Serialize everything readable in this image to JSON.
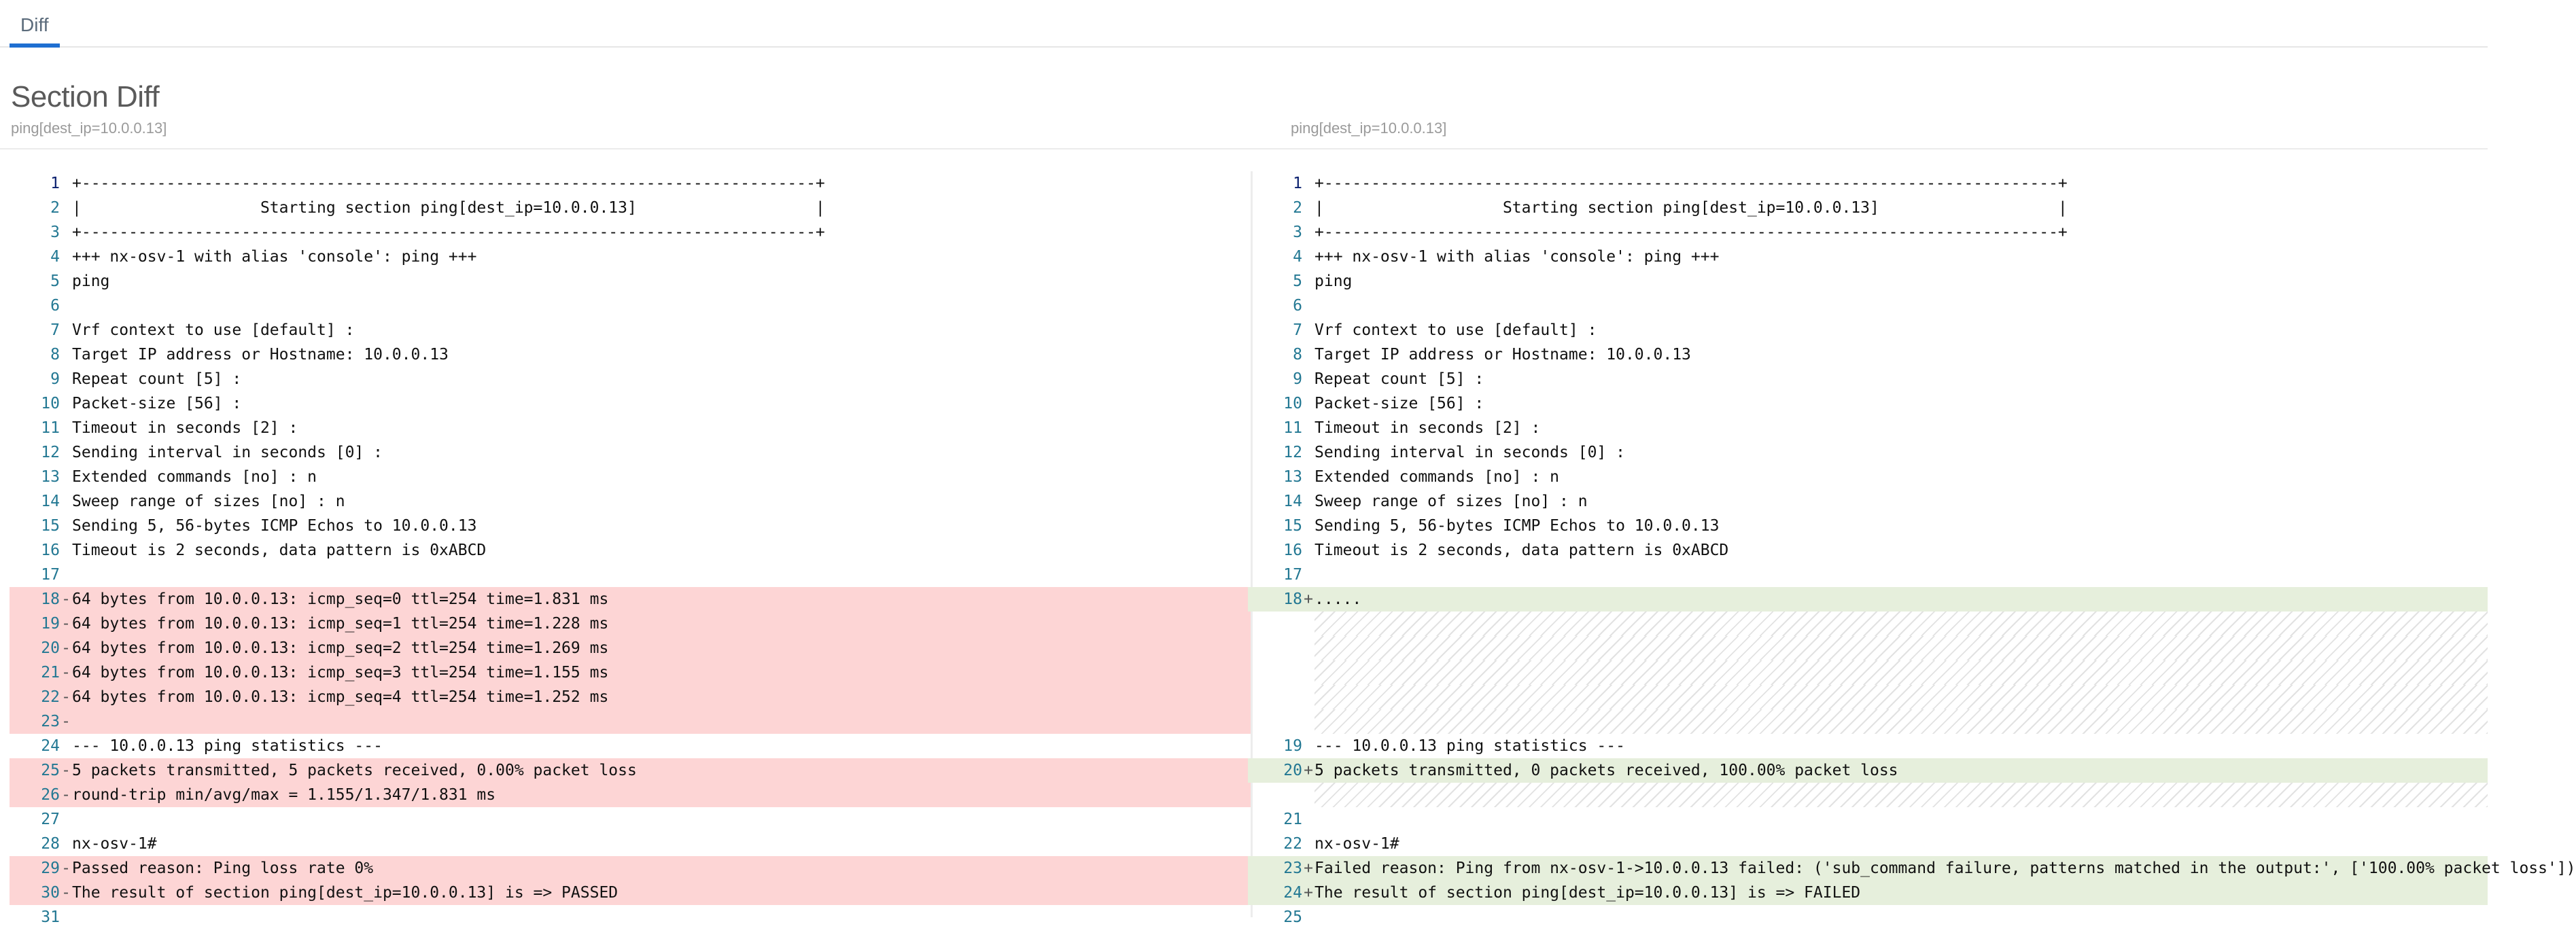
{
  "tab": {
    "label": "Diff"
  },
  "section": {
    "title": "Section Diff"
  },
  "left": {
    "label": "ping[dest_ip=10.0.0.13]",
    "lines": [
      {
        "num": "1",
        "mark": "",
        "text": "+------------------------------------------------------------------------------+"
      },
      {
        "num": "2",
        "mark": "",
        "text": "|                   Starting section ping[dest_ip=10.0.0.13]                   |"
      },
      {
        "num": "3",
        "mark": "",
        "text": "+------------------------------------------------------------------------------+"
      },
      {
        "num": "4",
        "mark": "",
        "text": "+++ nx-osv-1 with alias 'console': ping +++"
      },
      {
        "num": "5",
        "mark": "",
        "text": "ping"
      },
      {
        "num": "6",
        "mark": "",
        "text": ""
      },
      {
        "num": "7",
        "mark": "",
        "text": "Vrf context to use [default] :"
      },
      {
        "num": "8",
        "mark": "",
        "text": "Target IP address or Hostname: 10.0.0.13"
      },
      {
        "num": "9",
        "mark": "",
        "text": "Repeat count [5] :"
      },
      {
        "num": "10",
        "mark": "",
        "text": "Packet-size [56] :"
      },
      {
        "num": "11",
        "mark": "",
        "text": "Timeout in seconds [2] :"
      },
      {
        "num": "12",
        "mark": "",
        "text": "Sending interval in seconds [0] :"
      },
      {
        "num": "13",
        "mark": "",
        "text": "Extended commands [no] : n"
      },
      {
        "num": "14",
        "mark": "",
        "text": "Sweep range of sizes [no] : n"
      },
      {
        "num": "15",
        "mark": "",
        "text": "Sending 5, 56-bytes ICMP Echos to 10.0.0.13"
      },
      {
        "num": "16",
        "mark": "",
        "text": "Timeout is 2 seconds, data pattern is 0xABCD"
      },
      {
        "num": "17",
        "mark": "",
        "text": ""
      },
      {
        "num": "18",
        "mark": "-",
        "text": "64 bytes from 10.0.0.13: icmp_seq=0 ttl=254 time=1.831 ms"
      },
      {
        "num": "19",
        "mark": "-",
        "text": "64 bytes from 10.0.0.13: icmp_seq=1 ttl=254 time=1.228 ms"
      },
      {
        "num": "20",
        "mark": "-",
        "text": "64 bytes from 10.0.0.13: icmp_seq=2 ttl=254 time=1.269 ms"
      },
      {
        "num": "21",
        "mark": "-",
        "text": "64 bytes from 10.0.0.13: icmp_seq=3 ttl=254 time=1.155 ms"
      },
      {
        "num": "22",
        "mark": "-",
        "text": "64 bytes from 10.0.0.13: icmp_seq=4 ttl=254 time=1.252 ms"
      },
      {
        "num": "23",
        "mark": "-",
        "text": ""
      },
      {
        "num": "24",
        "mark": "",
        "text": "--- 10.0.0.13 ping statistics ---"
      },
      {
        "num": "25",
        "mark": "-",
        "text": "5 packets transmitted, 5 packets received, 0.00% packet loss"
      },
      {
        "num": "26",
        "mark": "-",
        "text": "round-trip min/avg/max = 1.155/1.347/1.831 ms"
      },
      {
        "num": "27",
        "mark": "",
        "text": ""
      },
      {
        "num": "28",
        "mark": "",
        "text": "nx-osv-1#"
      },
      {
        "num": "29",
        "mark": "-",
        "text": "Passed reason: Ping loss rate 0%"
      },
      {
        "num": "30",
        "mark": "-",
        "text": "The result of section ping[dest_ip=10.0.0.13] is => PASSED"
      },
      {
        "num": "31",
        "mark": "",
        "text": ""
      }
    ]
  },
  "right": {
    "label": "ping[dest_ip=10.0.0.13]",
    "lines": [
      {
        "num": "1",
        "mark": "",
        "text": "+------------------------------------------------------------------------------+"
      },
      {
        "num": "2",
        "mark": "",
        "text": "|                   Starting section ping[dest_ip=10.0.0.13]                   |"
      },
      {
        "num": "3",
        "mark": "",
        "text": "+------------------------------------------------------------------------------+"
      },
      {
        "num": "4",
        "mark": "",
        "text": "+++ nx-osv-1 with alias 'console': ping +++"
      },
      {
        "num": "5",
        "mark": "",
        "text": "ping"
      },
      {
        "num": "6",
        "mark": "",
        "text": ""
      },
      {
        "num": "7",
        "mark": "",
        "text": "Vrf context to use [default] :"
      },
      {
        "num": "8",
        "mark": "",
        "text": "Target IP address or Hostname: 10.0.0.13"
      },
      {
        "num": "9",
        "mark": "",
        "text": "Repeat count [5] :"
      },
      {
        "num": "10",
        "mark": "",
        "text": "Packet-size [56] :"
      },
      {
        "num": "11",
        "mark": "",
        "text": "Timeout in seconds [2] :"
      },
      {
        "num": "12",
        "mark": "",
        "text": "Sending interval in seconds [0] :"
      },
      {
        "num": "13",
        "mark": "",
        "text": "Extended commands [no] : n"
      },
      {
        "num": "14",
        "mark": "",
        "text": "Sweep range of sizes [no] : n"
      },
      {
        "num": "15",
        "mark": "",
        "text": "Sending 5, 56-bytes ICMP Echos to 10.0.0.13"
      },
      {
        "num": "16",
        "mark": "",
        "text": "Timeout is 2 seconds, data pattern is 0xABCD"
      },
      {
        "num": "17",
        "mark": "",
        "text": ""
      },
      {
        "num": "18",
        "mark": "+",
        "text": "....."
      },
      {
        "num": "19",
        "mark": "",
        "text": "--- 10.0.0.13 ping statistics ---"
      },
      {
        "num": "20",
        "mark": "+",
        "text": "5 packets transmitted, 0 packets received, 100.00% packet loss"
      },
      {
        "num": "21",
        "mark": "",
        "text": ""
      },
      {
        "num": "22",
        "mark": "",
        "text": "nx-osv-1#"
      },
      {
        "num": "23",
        "mark": "+",
        "text": "Failed reason: Ping from nx-osv-1->10.0.0.13 failed: ('sub_command failure, patterns matched in the output:', ['100.00% packet loss'])"
      },
      {
        "num": "24",
        "mark": "+",
        "text": "The result of section ping[dest_ip=10.0.0.13] is => FAILED"
      },
      {
        "num": "25",
        "mark": "",
        "text": ""
      }
    ]
  }
}
